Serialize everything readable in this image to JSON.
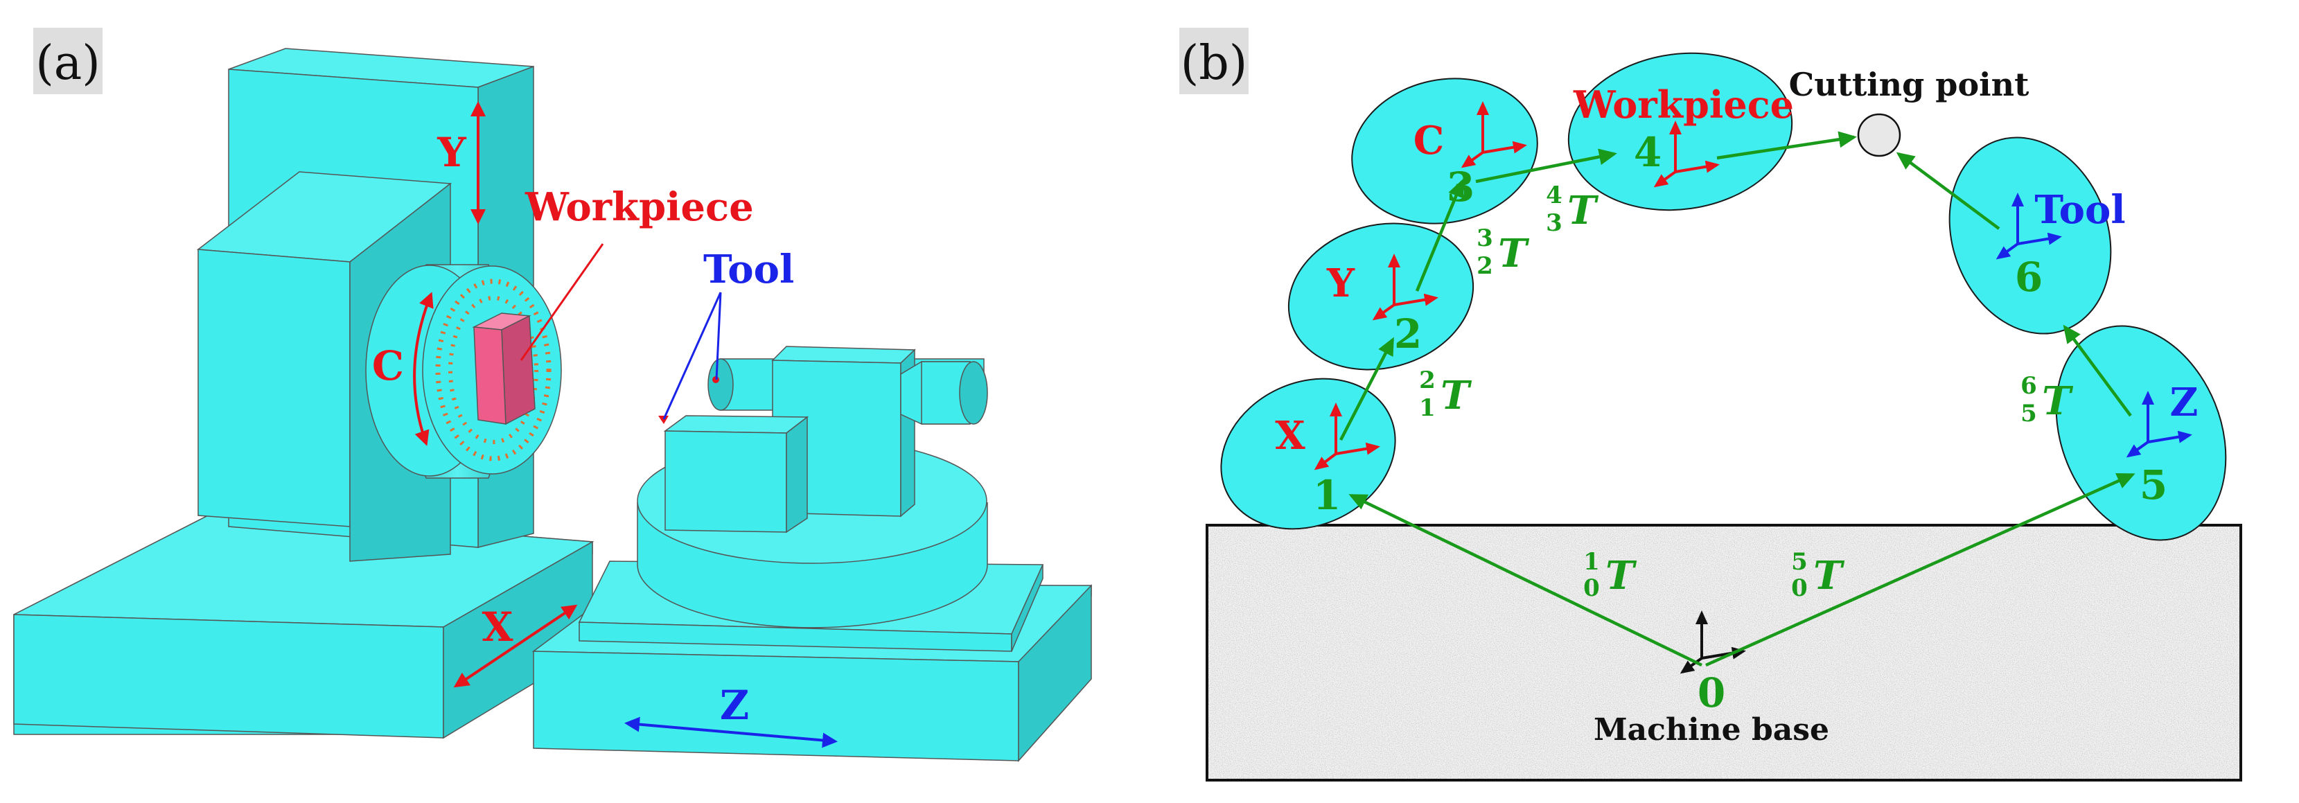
{
  "panel_a": {
    "label": "(a)",
    "axis_y": "Y",
    "axis_c": "C",
    "axis_x": "X",
    "axis_z": "Z",
    "workpiece": "Workpiece",
    "tool": "Tool"
  },
  "panel_b": {
    "label": "(b)",
    "cutting_point": "Cutting point",
    "machine_base": "Machine base",
    "nodes": [
      {
        "id": "0"
      },
      {
        "id": "1",
        "axis": "X"
      },
      {
        "id": "2",
        "axis": "Y"
      },
      {
        "id": "3",
        "axis": "C"
      },
      {
        "id": "4",
        "axis": "Workpiece"
      },
      {
        "id": "5",
        "axis": "Z"
      },
      {
        "id": "6",
        "axis": "Tool"
      }
    ],
    "transforms": [
      {
        "sup": "1",
        "sub": "0",
        "sym": "T"
      },
      {
        "sup": "2",
        "sub": "1",
        "sym": "T"
      },
      {
        "sup": "3",
        "sub": "2",
        "sym": "T"
      },
      {
        "sup": "4",
        "sub": "3",
        "sym": "T"
      },
      {
        "sup": "5",
        "sub": "0",
        "sym": "T"
      },
      {
        "sup": "6",
        "sub": "5",
        "sym": "T"
      }
    ]
  },
  "colors": {
    "machine": "#40ECEC",
    "machine_dark": "#30C8C8",
    "machine_top": "#55F0F0",
    "ellipse_fill": "#40EEF0",
    "red": "#E8141C",
    "blue": "#1A24E8",
    "green": "#1A9A1A",
    "workpiece_fill": "#EE5C8C",
    "black": "#111111"
  }
}
